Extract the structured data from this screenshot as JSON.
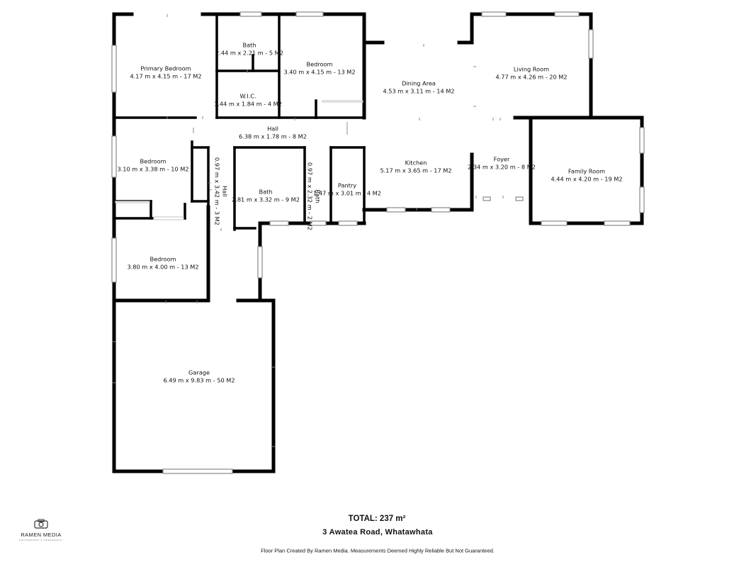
{
  "rooms": {
    "primary_bedroom": {
      "name": "Primary Bedroom",
      "dims": "4.17 m x 4.15 m - 17 M2"
    },
    "bath_ensuite": {
      "name": "Bath",
      "dims": "2.44 m x 2.21 m - 5 M2"
    },
    "wic": {
      "name": "W.I.C.",
      "dims": "1.44 m x 1.84 m - 4 M2"
    },
    "bedroom_top": {
      "name": "Bedroom",
      "dims": "3.40 m x 4.15 m - 13 M2"
    },
    "dining": {
      "name": "Dining Area",
      "dims": "4.53 m x 3.11 m - 14 M2"
    },
    "living": {
      "name": "Living Room",
      "dims": "4.77 m x 4.26 m - 20 M2"
    },
    "hall": {
      "name": "Hall",
      "dims": "6.38 m x 1.78 m - 8 M2"
    },
    "bedroom_left": {
      "name": "Bedroom",
      "dims": "3.10 m x 3.38 m - 10 M2"
    },
    "hall_vertical": {
      "name": "Hall",
      "dims": "0.97 m x 3.42 m - 3 M2"
    },
    "bath_main": {
      "name": "Bath",
      "dims": "2.81 m x 3.32 m - 9 M2"
    },
    "bath_narrow": {
      "name": "Bath",
      "dims": "0.97 m x 2.32 m - 2 M2"
    },
    "pantry": {
      "name": "Pantry",
      "dims": "1.47 m x 3.01 m - 4 M2"
    },
    "kitchen": {
      "name": "Kitchen",
      "dims": "5.17 m x 3.65 m - 17 M2"
    },
    "foyer": {
      "name": "Foyer",
      "dims": "2.34 m x 3.20 m - 8 M2"
    },
    "family": {
      "name": "Family Room",
      "dims": "4.44 m x 4.20 m - 19 M2"
    },
    "bedroom_lower": {
      "name": "Bedroom",
      "dims": "3.80 m x 4.00 m - 13 M2"
    },
    "garage": {
      "name": "Garage",
      "dims": "6.49 m x 9.83 m - 50 M2"
    }
  },
  "footer": {
    "total": "TOTAL: 237 m²",
    "address": "3 Awatea Road, Whatawhata",
    "disclaimer": "Floor Plan Created By Ramen Media. Measurements Deemed Highly Reliable But Not Guaranteed."
  },
  "branding": {
    "logo_name": "RAMEN MEDIA",
    "logo_tagline": "PHOTOGRAPHY & VIDEOGRAPHY",
    "logo_icon": "camera-icon"
  },
  "colors": {
    "wall": "#000000",
    "window": "#9a9a9a",
    "background": "#ffffff"
  }
}
